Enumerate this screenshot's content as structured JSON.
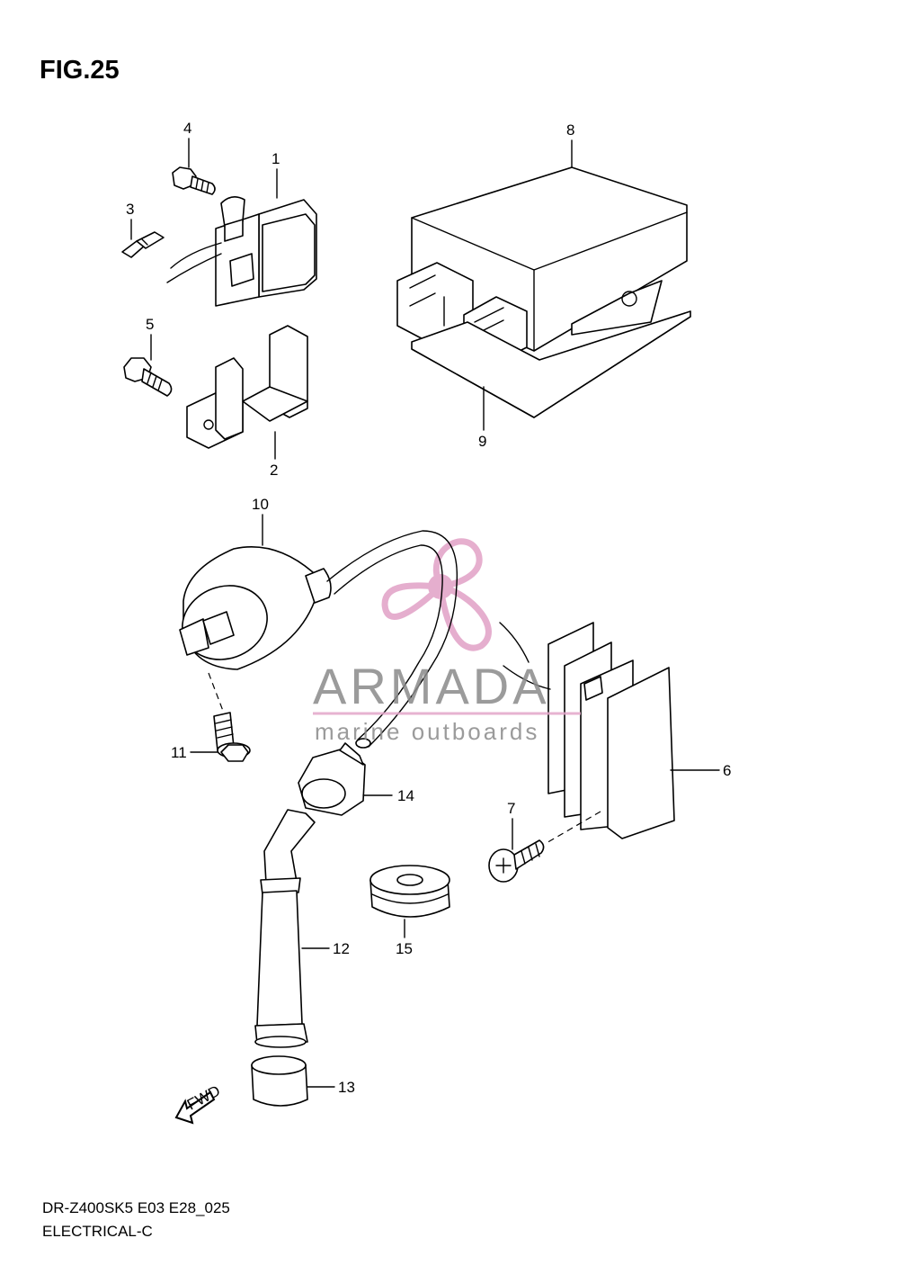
{
  "figure": {
    "title": "FIG.25"
  },
  "footer": {
    "model_code": "DR-Z400SK5 E03 E28_025",
    "section": "ELECTRICAL-C"
  },
  "callouts": [
    {
      "number": "1"
    },
    {
      "number": "2"
    },
    {
      "number": "3"
    },
    {
      "number": "4"
    },
    {
      "number": "5"
    },
    {
      "number": "6"
    },
    {
      "number": "7"
    },
    {
      "number": "8"
    },
    {
      "number": "9"
    },
    {
      "number": "10"
    },
    {
      "number": "11"
    },
    {
      "number": "12"
    },
    {
      "number": "13"
    },
    {
      "number": "14"
    },
    {
      "number": "15"
    }
  ],
  "fwd_arrow": {
    "label": "FWD"
  },
  "watermark": {
    "brand": "ARMADA",
    "tagline": "marine outboards",
    "logo_color": "#e3a6c9",
    "text_color": "#8a8a8a"
  }
}
